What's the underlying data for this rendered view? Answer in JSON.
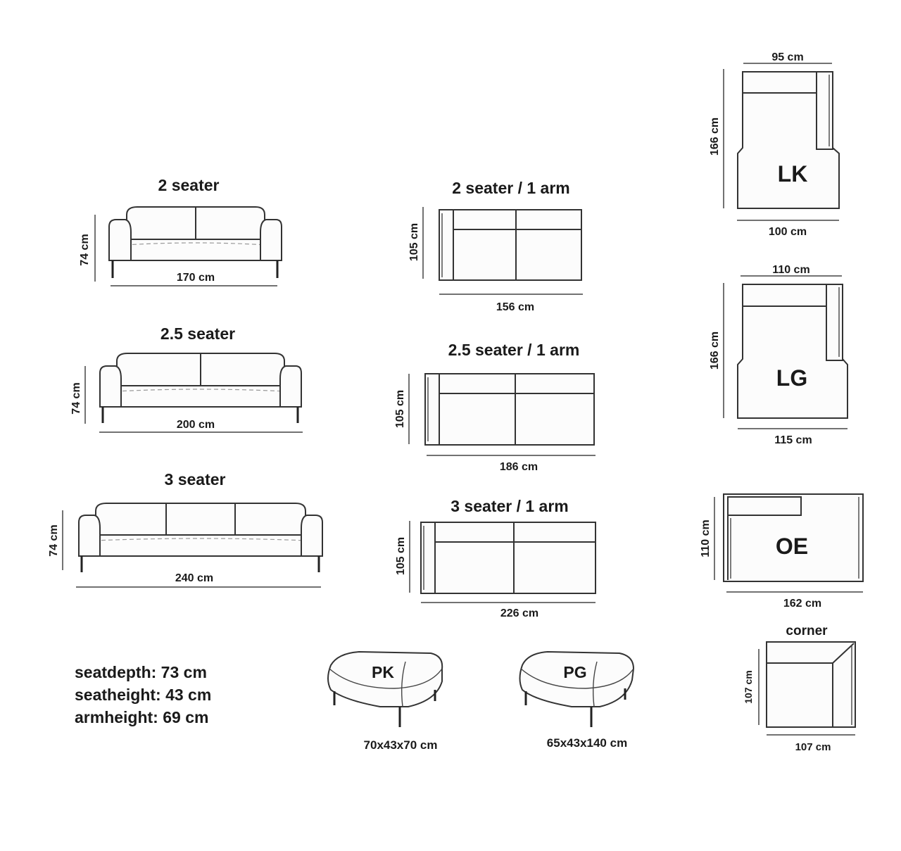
{
  "sofas": [
    {
      "title": "2 seater",
      "height_label": "74 cm",
      "width_label": "170 cm"
    },
    {
      "title": "2.5 seater",
      "height_label": "74 cm",
      "width_label": "200 cm"
    },
    {
      "title": "3 seater",
      "height_label": "74 cm",
      "width_label": "240 cm"
    }
  ],
  "one_arm": [
    {
      "title": "2 seater / 1 arm",
      "depth_label": "105 cm",
      "width_label": "156 cm"
    },
    {
      "title": "2.5 seater / 1 arm",
      "depth_label": "105 cm",
      "width_label": "186 cm"
    },
    {
      "title": "3 seater / 1 arm",
      "depth_label": "105 cm",
      "width_label": "226 cm"
    }
  ],
  "modules": {
    "lk": {
      "code": "LK",
      "top_label": "95 cm",
      "side_label": "166 cm",
      "bottom_label": "100 cm"
    },
    "lg": {
      "code": "LG",
      "top_label": "110 cm",
      "side_label": "166 cm",
      "bottom_label": "115 cm"
    },
    "oe": {
      "code": "OE",
      "side_label": "110 cm",
      "bottom_label": "162 cm"
    },
    "corner": {
      "title": "corner",
      "side_label": "107 cm",
      "bottom_label": "107 cm"
    }
  },
  "ottomans": [
    {
      "code": "PK",
      "size_label": "70x43x70 cm"
    },
    {
      "code": "PG",
      "size_label": "65x43x140 cm"
    }
  ],
  "specs": {
    "seatdepth": "seatdepth: 73 cm",
    "seatheight": "seatheight: 43 cm",
    "armheight": "armheight: 69 cm"
  }
}
